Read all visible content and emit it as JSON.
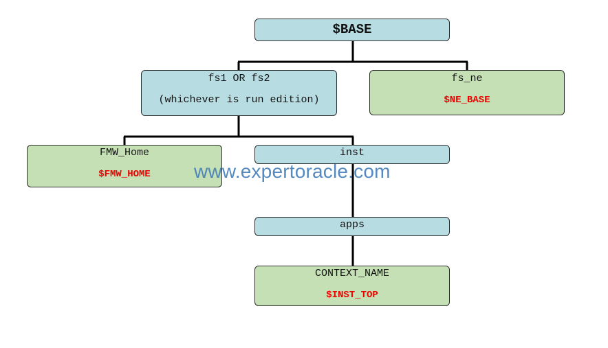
{
  "nodes": {
    "base": {
      "label": "$BASE"
    },
    "fs": {
      "label": "fs1 OR fs2",
      "note": "(whichever is run edition)"
    },
    "fs_ne": {
      "label": "fs_ne",
      "variable": "$NE_BASE"
    },
    "fmw_home": {
      "label": "FMW_Home",
      "variable": "$FMW_HOME"
    },
    "inst": {
      "label": "inst"
    },
    "apps": {
      "label": "apps"
    },
    "context_name": {
      "label": "CONTEXT_NAME",
      "variable": "$INST_TOP"
    }
  },
  "watermark": {
    "text": "www.expertoracle.com"
  },
  "colors": {
    "blue_node": "#b7dde3",
    "green_node": "#c5e0b4",
    "variable_text": "#ee0000",
    "connector": "#000000",
    "watermark": "#3d7ab8"
  }
}
